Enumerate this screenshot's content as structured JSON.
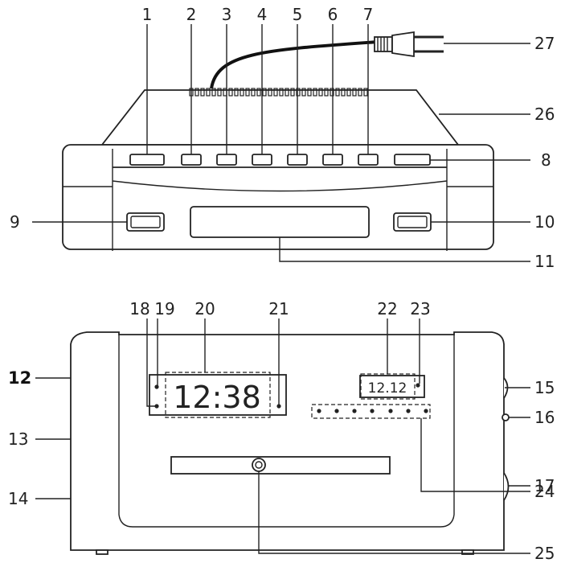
{
  "callouts": {
    "c1": "1",
    "c2": "2",
    "c3": "3",
    "c4": "4",
    "c5": "5",
    "c6": "6",
    "c7": "7",
    "c8": "8",
    "c9": "9",
    "c10": "10",
    "c11": "11",
    "c12": "12",
    "c13": "13",
    "c14": "14",
    "c15": "15",
    "c16": "16",
    "c17": "17",
    "c18": "18",
    "c19": "19",
    "c20": "20",
    "c21": "21",
    "c22": "22",
    "c23": "23",
    "c24": "24",
    "c25": "25",
    "c26": "26",
    "c27": "27"
  },
  "display": {
    "time": "12:38",
    "date": "12.12"
  }
}
